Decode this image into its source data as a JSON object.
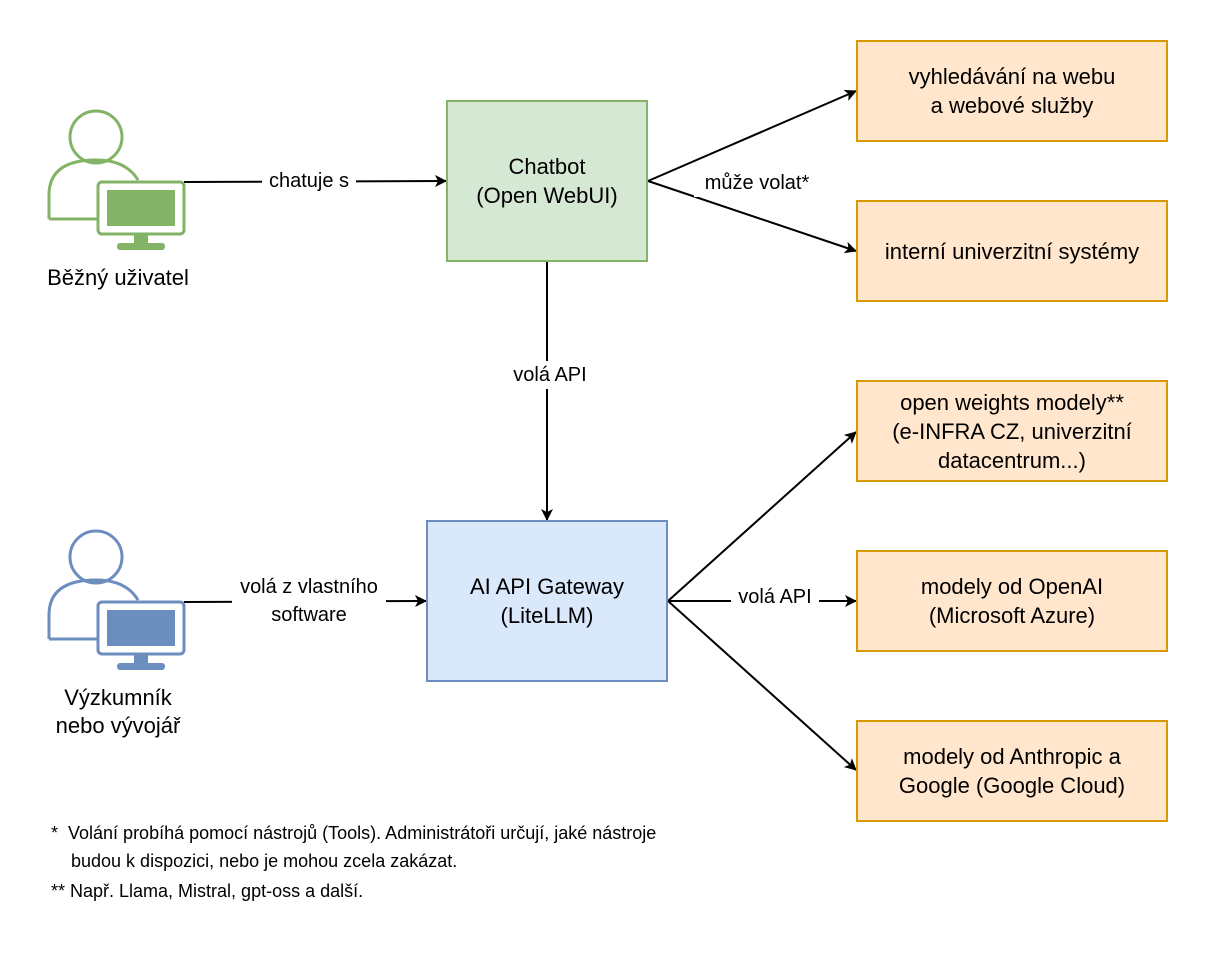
{
  "colors": {
    "chatbot_fill": "#d5e8d4",
    "chatbot_border": "#82b366",
    "gateway_fill": "#dae8fc",
    "gateway_border": "#6c8ebf",
    "service_fill": "#ffe6cc",
    "service_border": "#d79b00",
    "user_icon": "#82b366",
    "researcher_icon": "#6c8ebf"
  },
  "actors": {
    "user": {
      "label": "Běžný uživatel",
      "icon": "user-computer-icon"
    },
    "researcher": {
      "label": "Výzkumník\nnebo vývojář",
      "icon": "user-computer-icon"
    }
  },
  "nodes": {
    "chatbot": "Chatbot\n(Open WebUI)",
    "gateway": "AI API Gateway\n(LiteLLM)",
    "web": "vyhledávání na webu\na webové služby",
    "internal": "interní univerzitní systémy",
    "open_weights": "open weights modely**\n(e-INFRA CZ, univerzitní\ndatacentrum...)",
    "openai": "modely od OpenAI\n(Microsoft Azure)",
    "anthropic": "modely od Anthropic a\nGoogle (Google Cloud)"
  },
  "edges": {
    "user_chatbot": "chatuje s",
    "chatbot_tools": "může volat*",
    "chatbot_gateway": "volá API",
    "researcher_gateway": "volá z vlastního\nsoftware",
    "gateway_models": "volá API"
  },
  "notes": {
    "tools": "*  Volání probíhá pomocí nástrojů (Tools). Administrátoři určují, jaké nástroje\n    budou k dispozici, nebo je mohou zcela zakázat.",
    "models": "** Např. Llama, Mistral, gpt-oss a další."
  }
}
